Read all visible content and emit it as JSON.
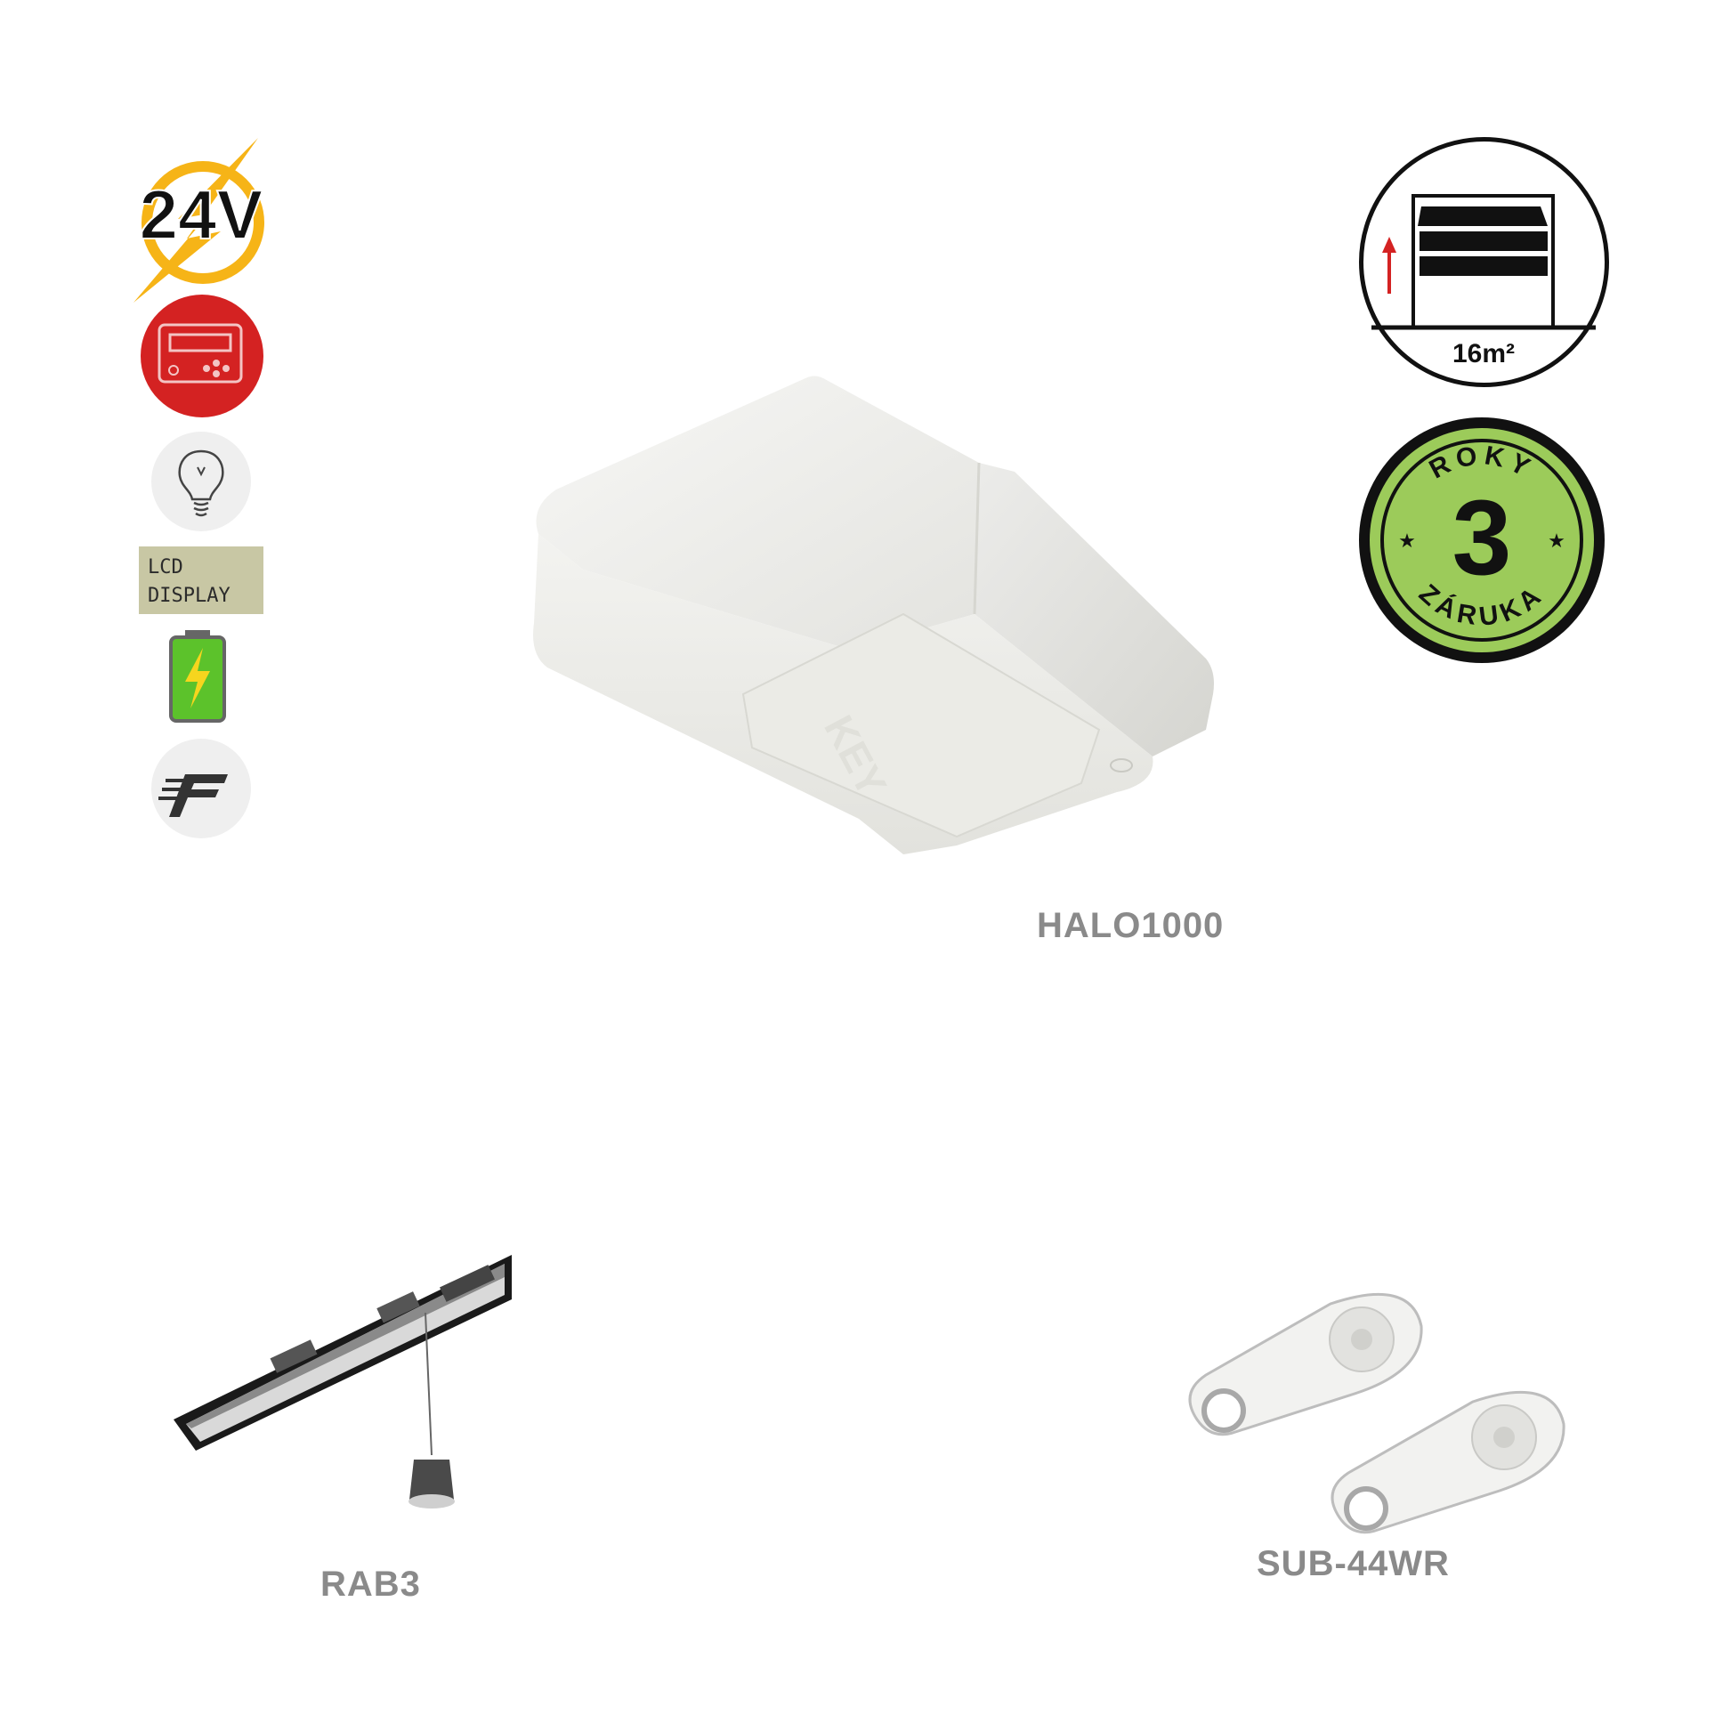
{
  "features": {
    "voltage": {
      "label": "24V",
      "icon": "24v-lightning-icon",
      "color": "#f6b417"
    },
    "control_unit": {
      "icon": "control-board-icon",
      "color": "#d42222"
    },
    "light": {
      "icon": "light-bulb-icon"
    },
    "lcd": {
      "line1": "LCD",
      "line2": "DISPLAY",
      "icon": "lcd-display-icon",
      "color": "#c8c7a4"
    },
    "battery": {
      "icon": "battery-icon",
      "color": "#5cc22b"
    },
    "fast": {
      "icon": "fast-f-icon"
    }
  },
  "door_area": {
    "value": "16m²",
    "icon": "garage-door-icon"
  },
  "warranty": {
    "top": "ROKY",
    "number": "3",
    "bottom": "ZÁRUKA",
    "icon": "warranty-badge-icon",
    "color": "#9ccb5a"
  },
  "products": {
    "motor": {
      "name": "HALO1000",
      "icon": "garage-motor-image"
    },
    "rail": {
      "name": "RAB3",
      "icon": "rail-image"
    },
    "remote": {
      "name": "SUB-44WR",
      "icon": "remote-control-image"
    }
  }
}
